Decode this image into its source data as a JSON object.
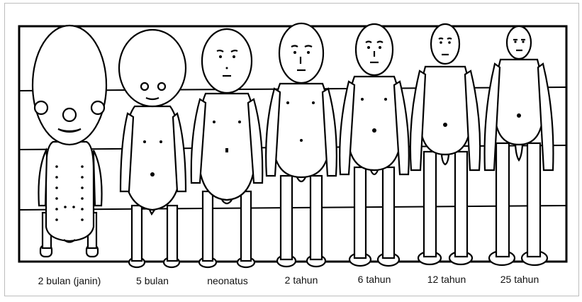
{
  "figures": [
    {
      "label": "2 bulan (janin)",
      "icon": "figure-2-months-fetus"
    },
    {
      "label": "5 bulan",
      "icon": "figure-5-months"
    },
    {
      "label": "neonatus",
      "icon": "figure-newborn"
    },
    {
      "label": "2 tahun",
      "icon": "figure-2-years"
    },
    {
      "label": "6 tahun",
      "icon": "figure-6-years"
    },
    {
      "label": "12 tahun",
      "icon": "figure-12-years"
    },
    {
      "label": "25 tahun",
      "icon": "figure-25-years"
    }
  ],
  "grid": {
    "divisions": 4
  },
  "colors": {
    "ink": "#000000",
    "paper": "#ffffff"
  }
}
